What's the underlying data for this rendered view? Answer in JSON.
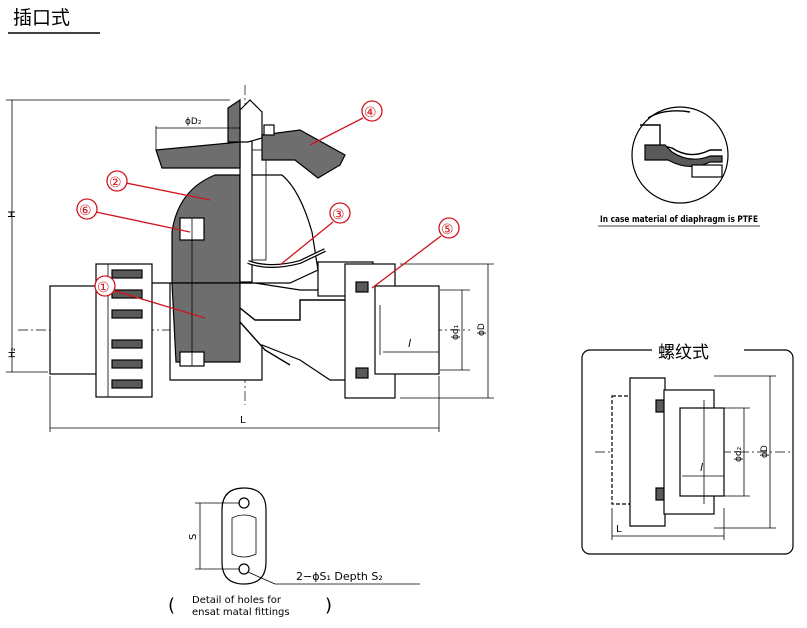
{
  "title": "插口式",
  "inset_title": "螺纹式",
  "callouts": [
    "①",
    "②",
    "③",
    "④",
    "⑤",
    "⑥"
  ],
  "dims": {
    "H": "H",
    "H2": "H₂",
    "L": "L",
    "phiD2": "ϕD₂",
    "phiD": "ϕD",
    "phid1": "ϕd₁",
    "l": "l",
    "phid2": "ϕd₂",
    "L_inset": "L",
    "l_inset": "l",
    "phiD_inset": "ϕD",
    "S": "S"
  },
  "ptfe_caption": "In case material of diaphragm is PTFE",
  "holes_label": "2−ϕS₁  Depth S₂",
  "holes_detail": {
    "open": "(",
    "line1": "Detail  of  holes  for",
    "line2": "ensat  matal  fittings",
    "close": ")"
  }
}
